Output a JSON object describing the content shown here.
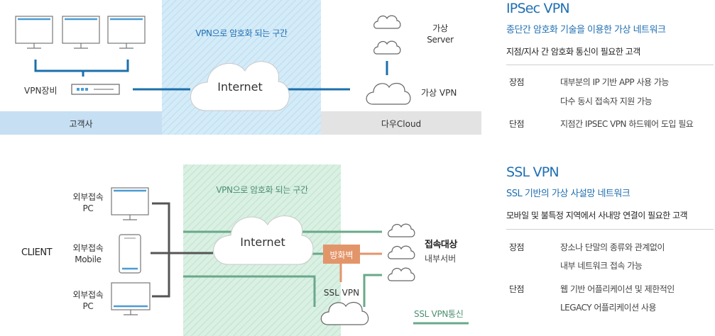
{
  "ipsec": {
    "zone_label": "VPN으로 암호화 되는 구간",
    "internet_label": "Internet",
    "vpn_device_label": "VPN장비",
    "virtual_server_label": "가상\nServer",
    "virtual_vpn_label": "가상 VPN",
    "customer_band_label": "고객사",
    "cloud_band_label": "다우Cloud"
  },
  "ssl": {
    "zone_label": "VPN으로 암호화 되는 구간",
    "internet_label": "Internet",
    "client_label": "CLIENT",
    "pc1_label": "외부접속\nPC",
    "mobile_label": "외부접속\nMobile",
    "pc2_label": "외부접속\nPC",
    "firewall_label": "방화벽",
    "sslvpn_label": "SSL VPN",
    "target_title": "접속대상",
    "target_sub": "내부서버",
    "legend_label": "SSL VPN통신"
  },
  "ipsec_info": {
    "title": "IPSec VPN",
    "subtitle": "종단간 암호화 기술을 이용한 가상 네트워크",
    "desc": "지점/지사 간 암호화 통신이 필요한 고객",
    "pros_label": "장점",
    "pros": [
      "대부분의 IP 기반 APP 사용 가능",
      "다수 동시 접속자 지원 가능"
    ],
    "cons_label": "단점",
    "cons": [
      "지점간 IPSEC VPN 하드웨어 도입 필요"
    ]
  },
  "ssl_info": {
    "title": "SSL VPN",
    "subtitle": "SSL 기반의 가상 사설망 네트워크",
    "desc": "모바일 및 불특정 지역에서 사내망 연결이 필요한 고객",
    "pros_label": "장점",
    "pros": [
      "장소나 단말의 종류와 관계없이",
      "내부 네트워크 접속 가능"
    ],
    "cons_label": "단점",
    "cons": [
      "웹 기반 어플리케이션 및 제한적인",
      "LEGACY 어플리케이션 사용"
    ]
  },
  "colors": {
    "blue_zone": "#d4ebf8",
    "green_zone": "#d7efe2",
    "customer_band": "#c6dff3",
    "cloud_band": "#e3e3e3",
    "line_blue": "#1b6fab",
    "line_green": "#6aa88a",
    "line_gray": "#555555",
    "firewall": "#e3956a",
    "title_blue": "#1f6fb2"
  }
}
